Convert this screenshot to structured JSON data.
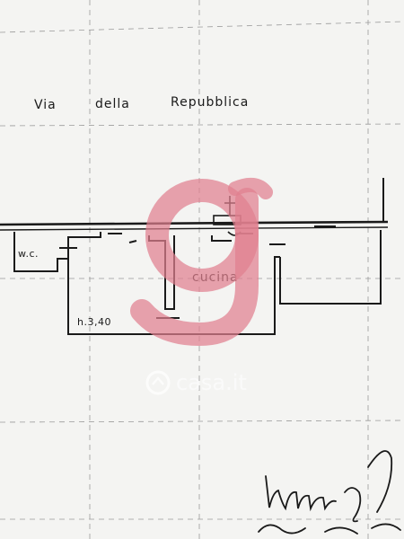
{
  "street_label": {
    "via": "Via",
    "della": "della",
    "repubblica": "Repubblica"
  },
  "rooms": {
    "wc": "w.c.",
    "kitchen": "cucina"
  },
  "height_note": "h.3,40",
  "watermark": {
    "brand": "casa.it",
    "logo_color": "#e0808f"
  },
  "line_color": "#1a1a1a"
}
